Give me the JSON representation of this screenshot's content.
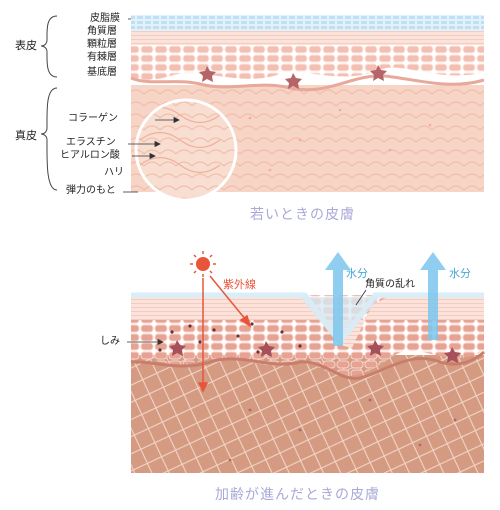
{
  "young": {
    "caption": "若いときの皮膚",
    "epidermis_label": "表皮",
    "dermis_label": "真皮",
    "layers": [
      "皮脂膜",
      "角質層",
      "顆粒層",
      "有棘層",
      "基底層"
    ],
    "dermis_items": [
      "コラーゲン",
      "エラスチン",
      "ヒアルロン酸",
      "ハリ",
      "弾力のもと"
    ]
  },
  "aged": {
    "caption": "加齢が進んだときの皮膚",
    "uv_label": "紫外線",
    "water_label_left": "水分",
    "water_label_right": "水分",
    "stratum_label": "角質の乱れ",
    "spot_label": "しみ"
  },
  "colors": {
    "caption": "#a9a8d8",
    "uv": "#e8553a",
    "water": "#7cc6ee",
    "dermis_young": "#f6d4c6",
    "dermis_aged": "#d49a82"
  }
}
